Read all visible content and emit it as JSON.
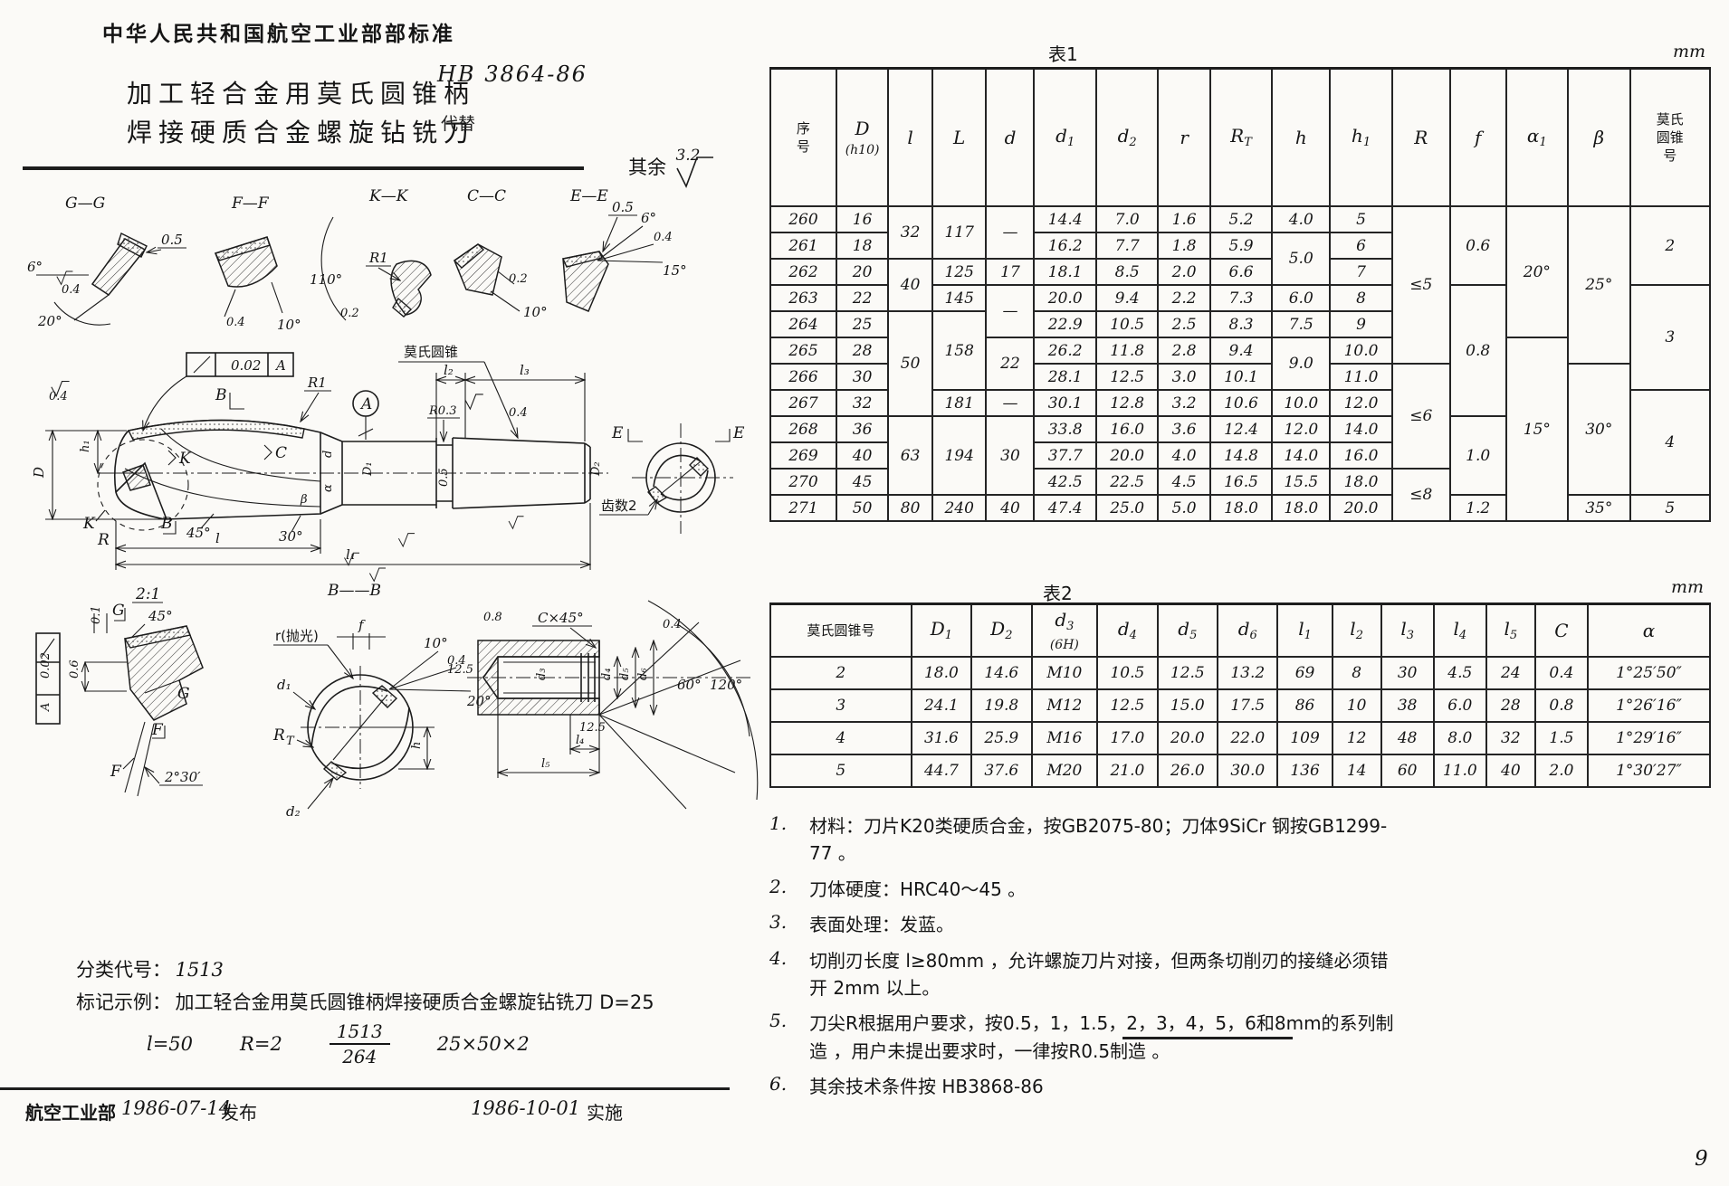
{
  "header": {
    "standard_name": "中华人民共和国航空工业部部标准",
    "title_line1": "加工轻合金用莫氏圆锥柄",
    "title_line2": "焊接硬质合金螺旋钻铣刀",
    "doc_number": "HB 3864-86",
    "replaces_label": "代替"
  },
  "surface_note": {
    "prefix": "其余",
    "value": "3.2"
  },
  "table1": {
    "title": "表1",
    "unit": "mm",
    "widths": [
      66,
      52,
      44,
      54,
      48,
      62,
      62,
      52,
      62,
      58,
      62,
      58,
      56,
      62,
      62,
      80
    ],
    "columns": [
      {
        "lines": [
          "序",
          "号"
        ]
      },
      {
        "main": "D",
        "note": "(h10)"
      },
      {
        "main": "l"
      },
      {
        "main": "L"
      },
      {
        "main": "d"
      },
      {
        "main": "d",
        "sub": "1"
      },
      {
        "main": "d",
        "sub": "2"
      },
      {
        "main": "r"
      },
      {
        "main": "R",
        "sub": "T"
      },
      {
        "main": "h"
      },
      {
        "main": "h",
        "sub": "1"
      },
      {
        "main": "R"
      },
      {
        "main": "f"
      },
      {
        "main": "α",
        "sub": "1"
      },
      {
        "main": "β"
      },
      {
        "lines": [
          "莫氏",
          "圆锥",
          "号"
        ]
      }
    ],
    "rows": [
      [
        "260",
        "16",
        "32",
        "117",
        "—",
        "14.4",
        "7.0",
        "1.6",
        "5.2",
        "4.0",
        "5",
        "≤5",
        "0.6",
        "20°",
        "25°",
        "2"
      ],
      [
        "261",
        "18",
        "^",
        "^",
        "^",
        "16.2",
        "7.7",
        "1.8",
        "5.9",
        "5.0",
        "6",
        "^",
        "^",
        "^",
        "^",
        "^"
      ],
      [
        "262",
        "20",
        "40",
        "125",
        "17",
        "18.1",
        "8.5",
        "2.0",
        "6.6",
        "^",
        "7",
        "^",
        "^",
        "^",
        "^",
        "^"
      ],
      [
        "263",
        "22",
        "^",
        "145",
        "—",
        "20.0",
        "9.4",
        "2.2",
        "7.3",
        "6.0",
        "8",
        "^",
        "0.8",
        "^",
        "^",
        "3"
      ],
      [
        "264",
        "25",
        "50",
        "158",
        "^",
        "22.9",
        "10.5",
        "2.5",
        "8.3",
        "7.5",
        "9",
        "^",
        "^",
        "^",
        "^",
        "^"
      ],
      [
        "265",
        "28",
        "^",
        "^",
        "22",
        "26.2",
        "11.8",
        "2.8",
        "9.4",
        "9.0",
        "10.0",
        "^",
        "^",
        "15°",
        "^",
        "^"
      ],
      [
        "266",
        "30",
        "^",
        "^",
        "^",
        "28.1",
        "12.5",
        "3.0",
        "10.1",
        "^",
        "11.0",
        "≤6",
        "^",
        "^",
        "30°",
        "^"
      ],
      [
        "267",
        "32",
        "^",
        "181",
        "—",
        "30.1",
        "12.8",
        "3.2",
        "10.6",
        "10.0",
        "12.0",
        "^",
        "^",
        "^",
        "^",
        "4"
      ],
      [
        "268",
        "36",
        "63",
        "194",
        "30",
        "33.8",
        "16.0",
        "3.6",
        "12.4",
        "12.0",
        "14.0",
        "^",
        "1.0",
        "^",
        "^",
        "^"
      ],
      [
        "269",
        "40",
        "^",
        "^",
        "^",
        "37.7",
        "20.0",
        "4.0",
        "14.8",
        "14.0",
        "16.0",
        "^",
        "^",
        "^",
        "^",
        "^"
      ],
      [
        "270",
        "45",
        "^",
        "^",
        "^",
        "42.5",
        "22.5",
        "4.5",
        "16.5",
        "15.5",
        "18.0",
        "≤8",
        "^",
        "^",
        "^",
        "^"
      ],
      [
        "271",
        "50",
        "80",
        "240",
        "40",
        "47.4",
        "25.0",
        "5.0",
        "18.0",
        "18.0",
        "20.0",
        "^",
        "1.2",
        "^",
        "35°",
        "5"
      ]
    ]
  },
  "table2": {
    "title": "表2",
    "unit": "mm",
    "widths": [
      150,
      64,
      64,
      70,
      64,
      64,
      64,
      58,
      52,
      56,
      56,
      52,
      56,
      130
    ],
    "columns": [
      {
        "main": "莫氏圆锥号",
        "cjk": true
      },
      {
        "main": "D",
        "sub": "1"
      },
      {
        "main": "D",
        "sub": "2"
      },
      {
        "main": "d",
        "sub": "3",
        "note": "(6H)"
      },
      {
        "main": "d",
        "sub": "4"
      },
      {
        "main": "d",
        "sub": "5"
      },
      {
        "main": "d",
        "sub": "6"
      },
      {
        "main": "l",
        "sub": "1"
      },
      {
        "main": "l",
        "sub": "2"
      },
      {
        "main": "l",
        "sub": "3"
      },
      {
        "main": "l",
        "sub": "4"
      },
      {
        "main": "l",
        "sub": "5"
      },
      {
        "main": "C"
      },
      {
        "main": "α"
      }
    ],
    "rows": [
      [
        "2",
        "18.0",
        "14.6",
        "M10",
        "10.5",
        "12.5",
        "13.2",
        "69",
        "8",
        "30",
        "4.5",
        "24",
        "0.4",
        "1°25′50″"
      ],
      [
        "3",
        "24.1",
        "19.8",
        "M12",
        "12.5",
        "15.0",
        "17.5",
        "86",
        "10",
        "38",
        "6.0",
        "28",
        "0.8",
        "1°26′16″"
      ],
      [
        "4",
        "31.6",
        "25.9",
        "M16",
        "17.0",
        "20.0",
        "22.0",
        "109",
        "12",
        "48",
        "8.0",
        "32",
        "1.5",
        "1°29′16″"
      ],
      [
        "5",
        "44.7",
        "37.6",
        "M20",
        "21.0",
        "26.0",
        "30.0",
        "136",
        "14",
        "60",
        "11.0",
        "40",
        "2.0",
        "1°30′27″"
      ]
    ]
  },
  "notes": {
    "items": [
      {
        "num": "1.",
        "text": "材料：刀片K20类硬质合金，按GB2075-80；刀体9SiCr 钢按GB1299-77 。"
      },
      {
        "num": "2.",
        "text": "刀体硬度：HRC40～45 。"
      },
      {
        "num": "3.",
        "text": "表面处理：发蓝。"
      },
      {
        "num": "4.",
        "text": "切削刃长度 l≥80mm ，允许螺旋刀片对接，但两条切削刃的接缝必须错开 2mm 以上。"
      },
      {
        "num": "5.",
        "text": "刀尖R根据用户要求，按0.5，1，1.5，2，3，4，5，6和8mm的系列制造 ，用户未提出要求时，一律按R0.5制造 。"
      },
      {
        "num": "6.",
        "text": "其余技术条件按 HB3868-86"
      }
    ]
  },
  "designation": {
    "class_label": "分类代号：",
    "class_value": "1513",
    "example_label": "标记示例：",
    "example_text": "加工轻合金用莫氏圆锥柄焊接硬质合金螺旋钻铣刀  D=25",
    "ex_l": "l=50",
    "ex_r": "R=2",
    "frac_top": "1513",
    "frac_bottom": "264",
    "ex_size": "25×50×2"
  },
  "footer": {
    "org": "航空工业部",
    "release_date": "1986-07-14",
    "release_label": "发布",
    "impl_date": "1986-10-01",
    "impl_label": "实施"
  },
  "page_number": "9",
  "d": {
    "gg": "G—G",
    "ff": "F—F",
    "kk": "K—K",
    "cc": "C—C",
    "ee": "E—E",
    "gg_a6": "6°",
    "gg_f04": "0.4",
    "gg_05": "0.5",
    "gg_a20": "20°",
    "ff_f04": "0.4",
    "ff_a10": "10°",
    "kk_a110": "110°",
    "kk_r1": "R1",
    "kk_f02": "0.2",
    "cc_f02": "0.2",
    "cc_a10": "10°",
    "ee_05": "0.5",
    "ee_a6": "6°",
    "ee_f04": "0.4",
    "ee_a15": "15°",
    "tol_val": "0.02",
    "tol_ref": "A",
    "mt": "莫氏圆锥",
    "r1": "R1",
    "aref": "A",
    "l2": "l₂",
    "l3": "l₃",
    "r03": "R0.3",
    "f04_1": "0.4",
    "f04_2": "0.4",
    "D": "D",
    "h1": "h₁",
    "K": "K",
    "C": "C",
    "dsm": "d",
    "alpha": "α",
    "D1": "D₁",
    "v05": "0.5",
    "D2": "D₂",
    "E1": "E",
    "E2": "E",
    "teeth": "齿数2",
    "B1": "B",
    "B2": "B",
    "a45": "45°",
    "a30": "30°",
    "l": "l",
    "l1": "l₁",
    "Kb": "K",
    "Rb": "R",
    "beta": "β",
    "scale": "2:1",
    "d45": "45°",
    "G1": "G",
    "G2": "G",
    "F1": "F",
    "F2": "F",
    "tol2_val": "0.02",
    "tol2_ref": "A",
    "v06": "0.6",
    "v01": "0.1",
    "a230": "2°30′",
    "bb": "B——B",
    "f": "f",
    "rp": "r(抛光)",
    "bd1": "d₁",
    "RT_R": "R",
    "RT_T": "T",
    "h": "h",
    "bd2": "d₂",
    "a10": "10°",
    "bf04": "0.4",
    "a20": "20°",
    "s08": "0.8",
    "cx45": "C×45°",
    "s125a": "12.5",
    "d3": "d₃",
    "s125b": "12.5",
    "d4": "d₄",
    "d5": "d₅",
    "d6": "d₆",
    "l4": "l₄",
    "l5": "l₅",
    "a60": "60°",
    "a120": "120°",
    "s04": "0.4"
  }
}
